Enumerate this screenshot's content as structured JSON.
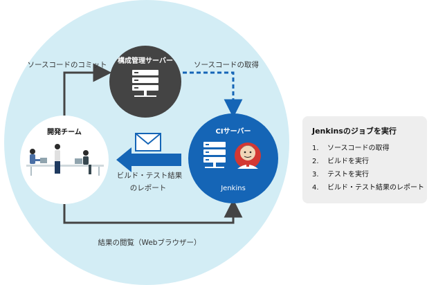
{
  "nodes": {
    "scm_server": {
      "label": "構成管理サーバー"
    },
    "dev_team": {
      "label": "開発チーム"
    },
    "ci_server": {
      "label": "CIサーバー",
      "sublabel": "Jenkins"
    }
  },
  "edges": {
    "commit": {
      "label": "ソースコードのコミット"
    },
    "fetch": {
      "label": "ソースコードの取得"
    },
    "report": {
      "label_line1": "ビルド・テスト結果",
      "label_line2": "のレポート"
    },
    "browse": {
      "label": "結果の閲覧（Webブラウザー）"
    }
  },
  "jobs_panel": {
    "title": "Jenkinsのジョブを実行",
    "steps": [
      {
        "num": "1.",
        "text": "ソースコードの取得"
      },
      {
        "num": "2.",
        "text": "ビルドを実行"
      },
      {
        "num": "3.",
        "text": "テストを実行"
      },
      {
        "num": "4.",
        "text": "ビルド・テスト結果のレポート"
      }
    ]
  },
  "colors": {
    "big_circle": "#d3edf5",
    "scm_circle": "#444444",
    "ci_circle": "#1565b6",
    "arrow_dark": "#444444",
    "arrow_blue": "#1565b6",
    "panel_bg": "#eeeeee"
  }
}
